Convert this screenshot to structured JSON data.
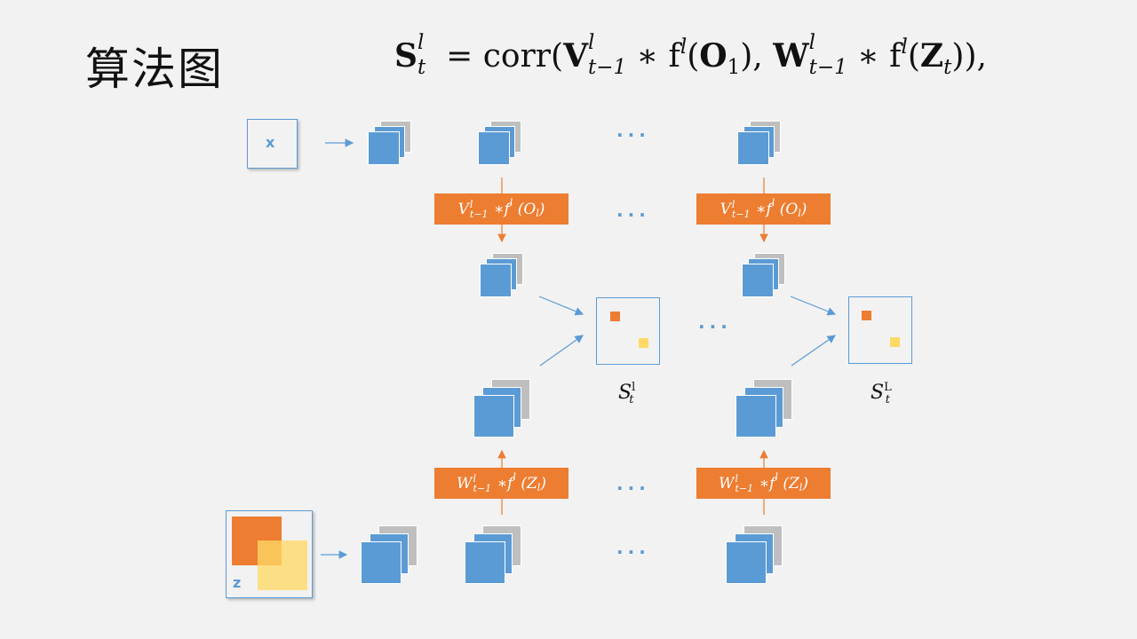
{
  "slide": {
    "title": "算法图",
    "formula": {
      "lhs": "S",
      "corr": "corr",
      "V": "V",
      "f": "f",
      "O": "O",
      "W": "W",
      "Z": "Z",
      "sup_l": "l",
      "sub_t": "t",
      "sub_tm1": "t−1",
      "sub_1": "1"
    }
  },
  "inputs": {
    "x_label": "x",
    "z_label": "z"
  },
  "ops": {
    "v_op_1": {
      "a": "V",
      "s1": "l",
      "s2": "t−1",
      "b": "∗ ",
      "c": "f",
      "d": "l",
      "e": "(O",
      "f": "l",
      "g": ")"
    },
    "v_op_2": {
      "a": "V",
      "s1": "l",
      "s2": "t−1",
      "b": "∗ ",
      "c": "f",
      "d": "l",
      "e": "(O",
      "f": "l",
      "g": ")"
    },
    "w_op_1": {
      "a": "W",
      "s1": "l",
      "s2": "t−1",
      "b": "∗ ",
      "c": "f",
      "d": "l",
      "e": "(Z",
      "f": "l",
      "g": ")"
    },
    "w_op_2": {
      "a": "W",
      "s1": "l",
      "s2": "t−1",
      "b": "∗ ",
      "c": "f",
      "d": "l",
      "e": "(Z",
      "f": "l",
      "g": ")"
    }
  },
  "maps": {
    "s1": {
      "base": "S",
      "sup": "l",
      "sub": "t"
    },
    "s2": {
      "base": "S",
      "sup": "L",
      "sub": "t"
    }
  },
  "ellipsis": "···",
  "colors": {
    "blue": "#5b9bd5",
    "orange": "#ed7d31",
    "yellow": "#ffd966",
    "background": "#f2f2f2"
  }
}
